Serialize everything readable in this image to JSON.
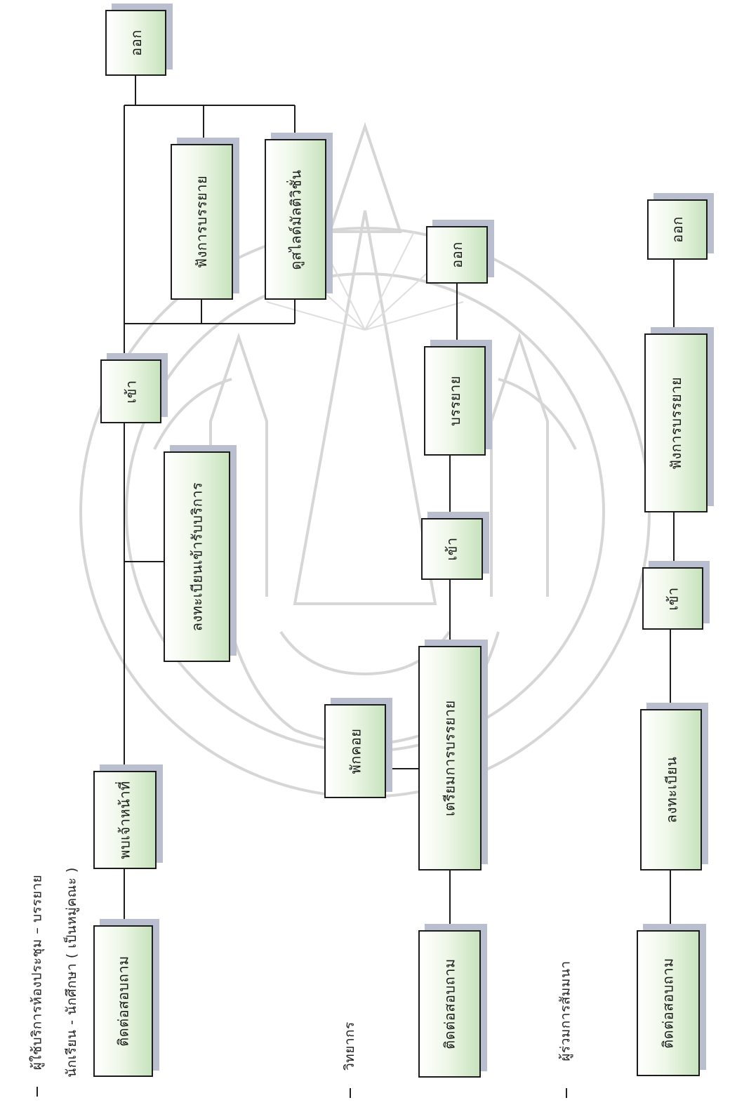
{
  "headings": {
    "users": "ผู้ใช้บริการห้องประชุม – บรรยาย",
    "students": "นักเรียน - นักศึกษา ( เป็นหมู่คณะ )",
    "speaker": "วิทยากร",
    "seminar": "ผู้ร่วมการสัมมนา"
  },
  "row1": {
    "contact": "ติดต่อสอบถาม",
    "meet_staff": "พบเจ้าหน้าที่",
    "register_service": "ลงทะเบียนเข้ารับบริการ",
    "enter": "เข้า",
    "listen": "ฟังการบรรยาย",
    "slides": "ดูสไลด์มัลติวิชั่น",
    "exit": "ออก"
  },
  "row2": {
    "contact": "ติดต่อสอบถาม",
    "prepare": "เตรียมการบรรยาย",
    "rest": "พักคอย",
    "enter": "เข้า",
    "lecture": "บรรยาย",
    "exit": "ออก"
  },
  "row3": {
    "contact": "ติดต่อสอบถาม",
    "register": "ลงทะเบียน",
    "enter": "เข้า",
    "listen": "ฟังการบรรยาย",
    "exit": "ออก"
  },
  "colors": {
    "box_fill_light": "#ffffff",
    "box_fill_dark": "#c7e3bd",
    "box_shadow": "#b9bfcf",
    "line": "#1c1c1c",
    "watermark": "#d4d4d4"
  }
}
